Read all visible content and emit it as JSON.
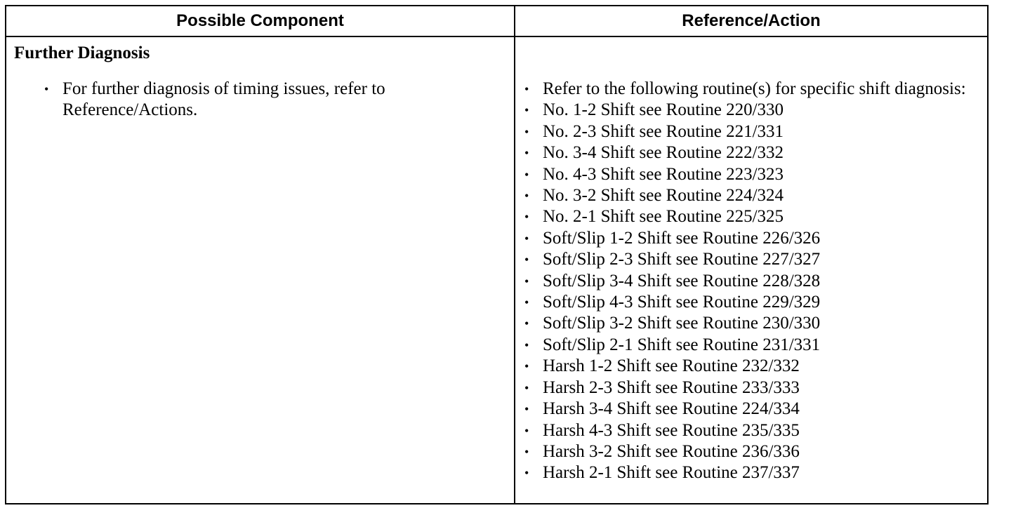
{
  "table": {
    "headers": [
      "Possible Component",
      "Reference/Action"
    ],
    "section_title": "Further Diagnosis",
    "left_items": [
      "For further diagnosis of timing issues, refer to Reference/Actions."
    ],
    "right_items": [
      "Refer to the following routine(s) for specific shift diagnosis:",
      "No. 1-2 Shift see Routine 220/330",
      "No. 2-3 Shift see Routine 221/331",
      "No. 3-4 Shift see Routine 222/332",
      "No. 4-3 Shift see Routine 223/323",
      "No. 3-2 Shift see Routine 224/324",
      "No. 2-1 Shift see Routine 225/325",
      "Soft/Slip 1-2 Shift see Routine 226/326",
      "Soft/Slip 2-3 Shift see Routine 227/327",
      "Soft/Slip 3-4 Shift see Routine 228/328",
      "Soft/Slip 4-3 Shift see Routine 229/329",
      "Soft/Slip 3-2 Shift see Routine 230/330",
      "Soft/Slip 2-1 Shift see Routine 231/331",
      "Harsh 1-2 Shift see Routine 232/332",
      "Harsh 2-3 Shift see Routine 233/333",
      "Harsh 3-4 Shift see Routine 224/334",
      "Harsh 4-3 Shift see Routine 235/335",
      "Harsh 3-2 Shift see Routine 236/336",
      "Harsh 2-1 Shift see Routine 237/337"
    ],
    "bullet_glyph": "•"
  }
}
